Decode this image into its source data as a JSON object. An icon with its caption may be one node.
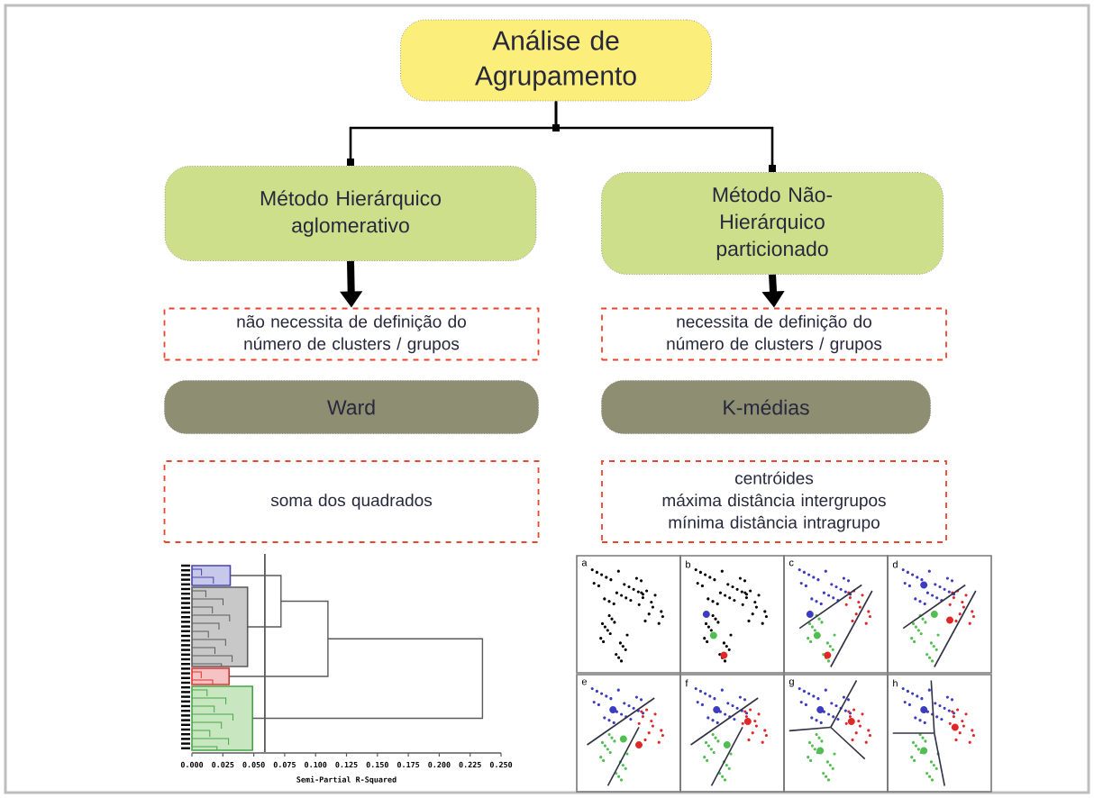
{
  "diagram": {
    "nodes": [
      {
        "text": [
          "Análise de Agrupamento"
        ]
      },
      {
        "text": [
          "Método Hierárquico aglomerativo"
        ]
      },
      {
        "text": [
          "Método Não-Hierárquico particionado"
        ]
      },
      {
        "text": [
          "não necessita de definição do número de clusters / grupos"
        ]
      },
      {
        "text": [
          "necessita de definição do número de clusters / grupos"
        ]
      },
      {
        "text": [
          "Ward"
        ]
      },
      {
        "text": [
          "K-médias"
        ]
      },
      {
        "text": [
          "soma dos quadrados"
        ]
      },
      {
        "text": [
          "centróides",
          "máxima distância intergrupos",
          "mínima distância intragrupo"
        ]
      }
    ],
    "edges": [
      {
        "from": 0,
        "to": 1,
        "arrow": "other"
      },
      {
        "from": 0,
        "to": 2,
        "arrow": "other"
      },
      {
        "from": 1,
        "to": 3,
        "arrow": "to",
        "style": "thick"
      },
      {
        "from": 2,
        "to": 4,
        "arrow": "to",
        "style": "thick"
      }
    ],
    "labels": [
      "a",
      "b",
      "c",
      "d",
      "e",
      "f",
      "g",
      "h",
      "0.000",
      "0.025",
      "0.050",
      "0.075",
      "0.100",
      "0.125",
      "0.150",
      "0.175",
      "0.200",
      "0.225",
      "0.250",
      "Semi-Partial R-Squared"
    ]
  }
}
